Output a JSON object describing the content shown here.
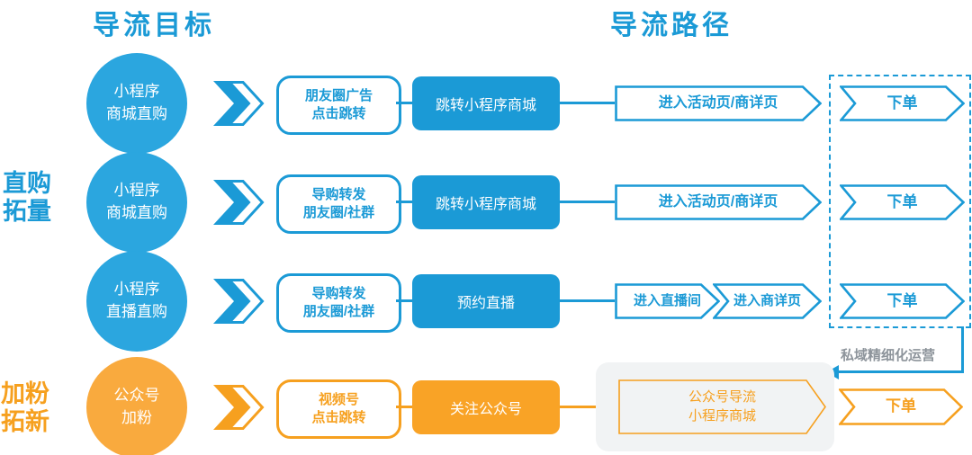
{
  "headers": {
    "left": "导流目标",
    "right": "导流路径"
  },
  "side_labels": [
    {
      "text": "直购\n拓量",
      "color": "#1b9ad6"
    },
    {
      "text": "加粉\n拓新",
      "color": "#f6a01f"
    }
  ],
  "rows": [
    {
      "theme": "blue",
      "circle": [
        "小程序",
        "商城直购"
      ],
      "trigger": [
        "朋友圈广告",
        "点击跳转"
      ],
      "action": "跳转小程序商城",
      "steps": [
        "进入活动页/商详页"
      ],
      "order": "下单"
    },
    {
      "theme": "blue",
      "circle": [
        "小程序",
        "商城直购"
      ],
      "trigger": [
        "导购转发",
        "朋友圈/社群"
      ],
      "action": "跳转小程序商城",
      "steps": [
        "进入活动页/商详页"
      ],
      "order": "下单"
    },
    {
      "theme": "blue",
      "circle": [
        "小程序",
        "直播直购"
      ],
      "trigger": [
        "导购转发",
        "朋友圈/社群"
      ],
      "action": "预约直播",
      "steps": [
        "进入直播间",
        "进入商详页"
      ],
      "order": "下单"
    },
    {
      "theme": "orange",
      "circle": [
        "公众号",
        "加粉"
      ],
      "trigger": [
        "视频号",
        "点击跳转"
      ],
      "action": "关注公众号",
      "steps": [
        "公众号导流",
        "小程序商城"
      ],
      "order": "下单"
    }
  ],
  "annotation": {
    "label": "私域精细化运营"
  },
  "colors": {
    "blue": "#1b9ad6",
    "blue_circle": "#2ba6df",
    "orange": "#f6a01f",
    "orange_circle": "#f9aa3e",
    "gray_label": "#8d949b",
    "panel_bg": "#f1f3f4"
  }
}
